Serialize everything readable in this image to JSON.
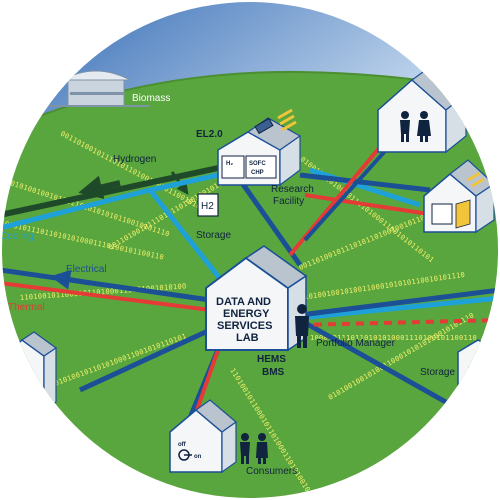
{
  "labels": {
    "biomass": "Biomass",
    "el20": "EL2.0",
    "hydrogen": "Hydrogen",
    "h2_box": "H2",
    "sofc": "SOFC",
    "chp": "CHP",
    "research_facility_1": "Research",
    "research_facility_2": "Facility",
    "storage_h2": "Storage",
    "cooling": "Cooling",
    "electrical": "Electrical",
    "thermal": "Thermal",
    "lab_line1": "DATA AND",
    "lab_line2": "ENERGY",
    "lab_line3": "SERVICES",
    "lab_line4": "LAB",
    "portfolio_manager": "Portfolio Manager",
    "hems": "HEMS",
    "bms": "BMS",
    "storage_right": "Storage",
    "consumers": "Consumers",
    "switch_off": "off",
    "switch_on": "on"
  },
  "binary_strings": [
    "0101001001010011000101010110010101110",
    "1000101110110101010001110100101100110",
    "0011010010111010110100100101100101011",
    "1101001011000101101000110101001010100",
    "0100110101001011010100011001010110101"
  ],
  "colors": {
    "sky_top": "#2f67b3",
    "sky_bottom": "#cfe0f2",
    "grass": "#5aa63e",
    "grass_dark": "#4b8f32",
    "hydrogen": "#1f4a2a",
    "cooling": "#1ea1d8",
    "electrical": "#1b4f96",
    "thermal": "#e43b36",
    "house": "#f4f6f8",
    "house_shadow": "#b9c4cf",
    "binary": "#f2f06a"
  },
  "icons": {
    "people": "people-icon",
    "person": "person-icon",
    "solar": "solar-panel-icon",
    "power_switch": "power-switch-icon"
  }
}
